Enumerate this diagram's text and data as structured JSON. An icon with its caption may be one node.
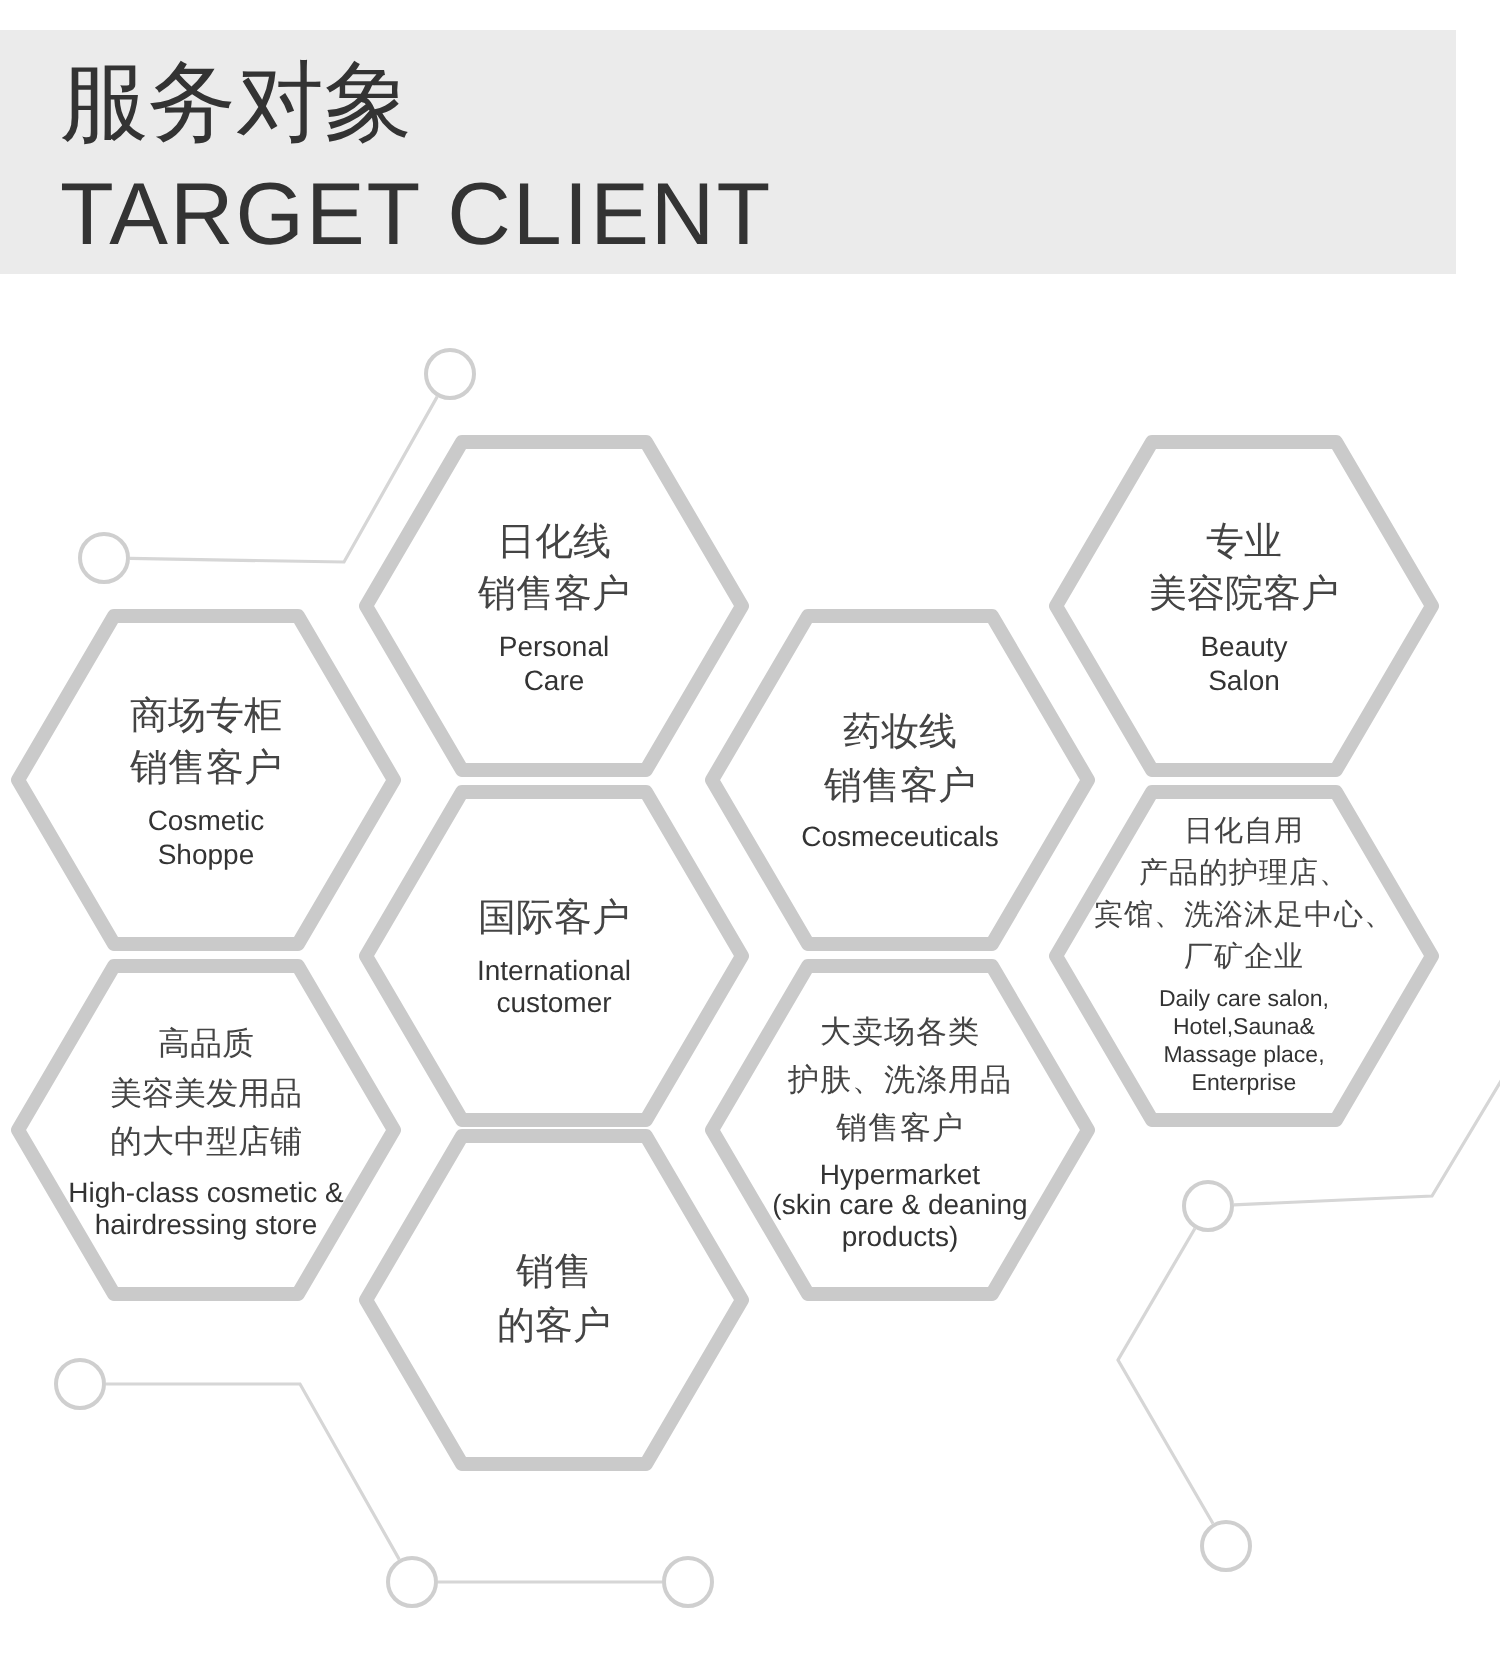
{
  "diagram": {
    "title": "服务对象",
    "nodes": [
      {
        "text": [
          "日化线销售客户",
          "Personal Care"
        ]
      },
      {
        "text": [
          "专业美容院客户",
          "Beauty Salon"
        ]
      },
      {
        "text": [
          "商场专柜销售客户",
          "Cosmetic Shoppe"
        ]
      },
      {
        "text": [
          "药妆线销售客户",
          "Cosmeceuticals"
        ]
      },
      {
        "text": [
          "国际客户",
          "International customer"
        ]
      },
      {
        "text": [
          "日化自用产品的护理店、宾馆、洗浴沐足中心、厂矿企业",
          "Daily care salon, Hotel,Sauna& Massage place, Enterprise"
        ]
      },
      {
        "text": [
          "高品质美容美发用品的大中型店铺",
          "High-class cosmetic & hairdressing store"
        ]
      },
      {
        "text": [
          "大卖场各类护肤、洗涤用品销售客户",
          "Hypermarket (skin care & deaning products)"
        ]
      },
      {
        "text": [
          "销售的客户"
        ]
      },
      {
        "text": [],
        "shape": "circle"
      },
      {
        "text": [],
        "shape": "circle"
      },
      {
        "text": [],
        "shape": "circle"
      },
      {
        "text": [],
        "shape": "circle"
      },
      {
        "text": [],
        "shape": "circle"
      },
      {
        "text": [],
        "shape": "circle"
      },
      {
        "text": [],
        "shape": "circle"
      }
    ],
    "edges": [
      {
        "from": 9,
        "to": 10,
        "arrow": "none"
      },
      {
        "from": 11,
        "to": 13,
        "arrow": "none"
      },
      {
        "from": 13,
        "to": 14,
        "arrow": "none"
      },
      {
        "from": 12,
        "to": null,
        "arrow": "none"
      },
      {
        "from": 12,
        "to": 15,
        "arrow": "none"
      }
    ],
    "labels": [
      "TARGET CLIENT"
    ]
  }
}
